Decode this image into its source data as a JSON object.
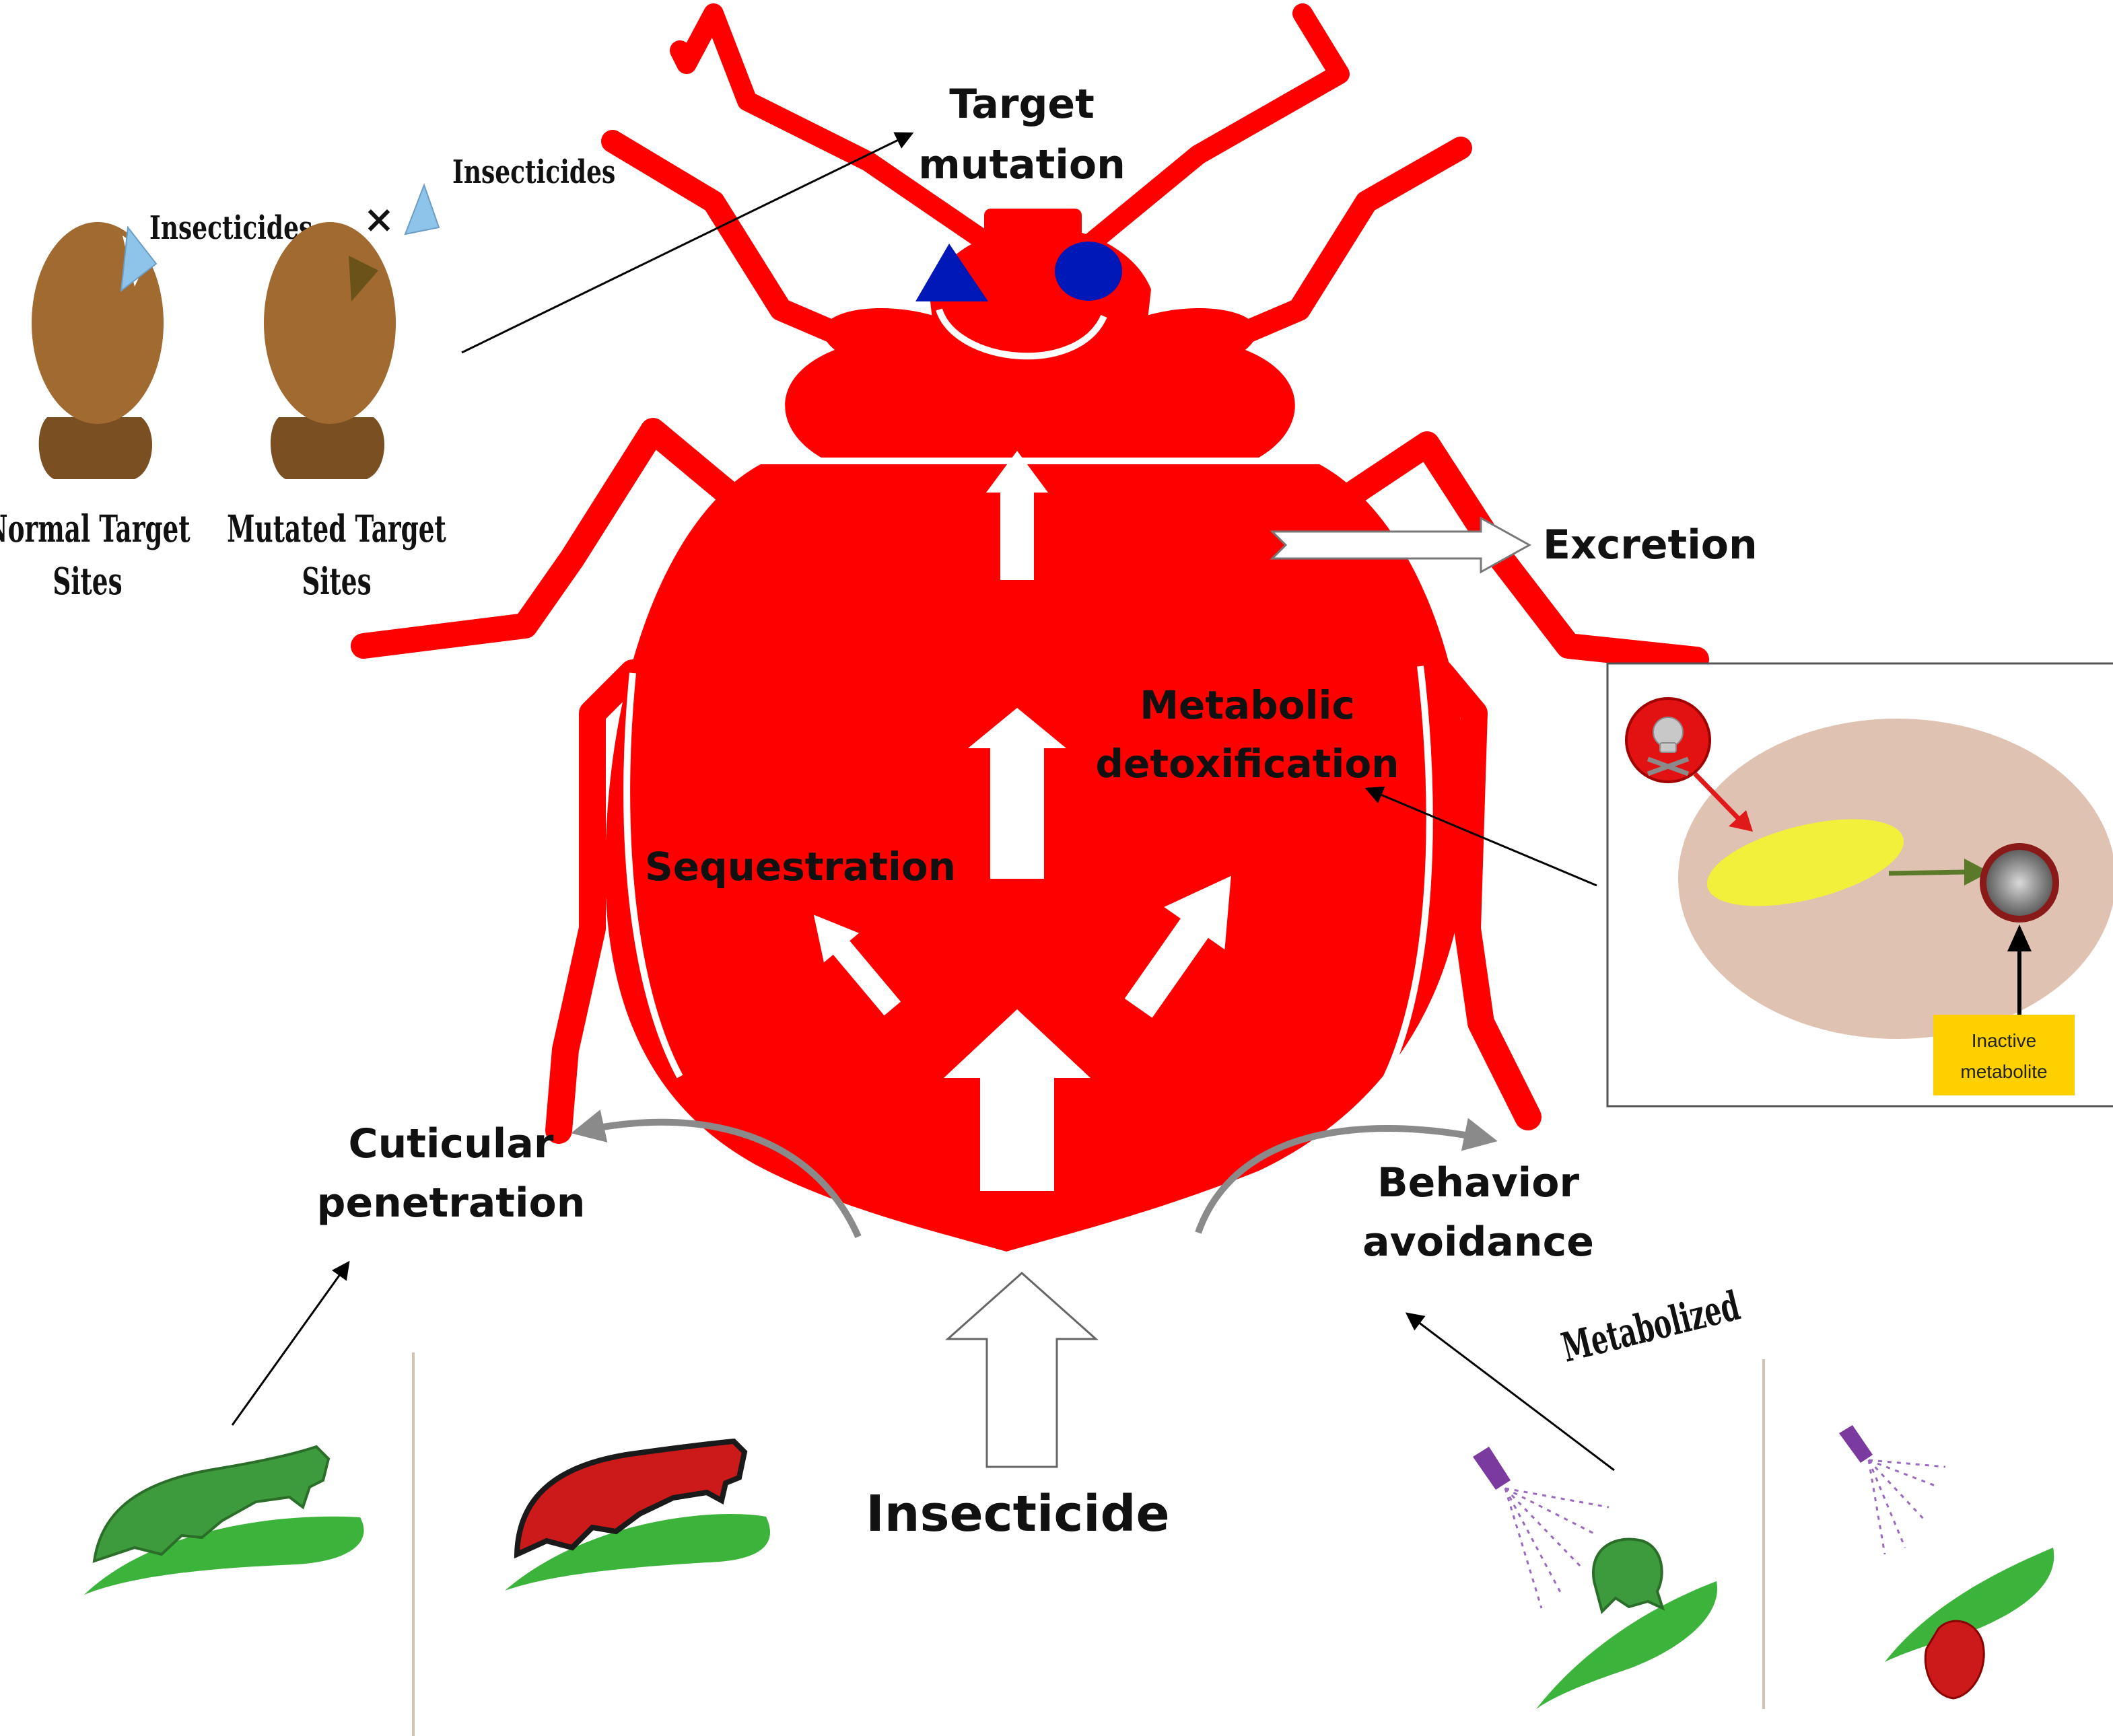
{
  "colors": {
    "bug_red": "#ff0000",
    "arrow_white": "#ffffff",
    "target_site_brown": "#a06a30",
    "target_site_dark": "#7a4f22",
    "insecticide_blue": "#8ec3ea",
    "receptor_blue": "#0018b8",
    "larva_green": "#3d9b3d",
    "leaf_green": "#3cb43c",
    "larva_red": "#cc1a1a",
    "panel_bg": "#e0c2b2",
    "metabolized_yellow": "#f2f03a",
    "inactive_box": "#ffd000",
    "spray_purple": "#7a3aa0",
    "curve_grey": "#8a8a8a"
  },
  "mechanisms": {
    "target_mutation": [
      "Target",
      "mutation"
    ],
    "excretion": "Excretion",
    "metabolic_detox": [
      "Metabolic",
      "detoxification"
    ],
    "sequestration": "Sequestration",
    "cuticular": [
      "Cuticular",
      "penetration"
    ],
    "behavior": [
      "Behavior",
      "avoidance"
    ],
    "insecticide": "Insecticide"
  },
  "target_sites": {
    "insecticides_label_1": "Insecticides",
    "insecticides_label_2": "Insecticides",
    "blocked_mark": "×",
    "normal": [
      "Normal Target",
      "Sites"
    ],
    "mutated": [
      "Mutated Target",
      "Sites"
    ]
  },
  "metabolism_panel": {
    "metabolized": "Metabolized",
    "inactive": [
      "Inactive",
      "metabolite"
    ]
  },
  "icons": {
    "toxin": "skull-crossbones-icon",
    "receptor_triangle": "triangle-receptor-icon",
    "receptor_circle": "circle-receptor-icon"
  }
}
